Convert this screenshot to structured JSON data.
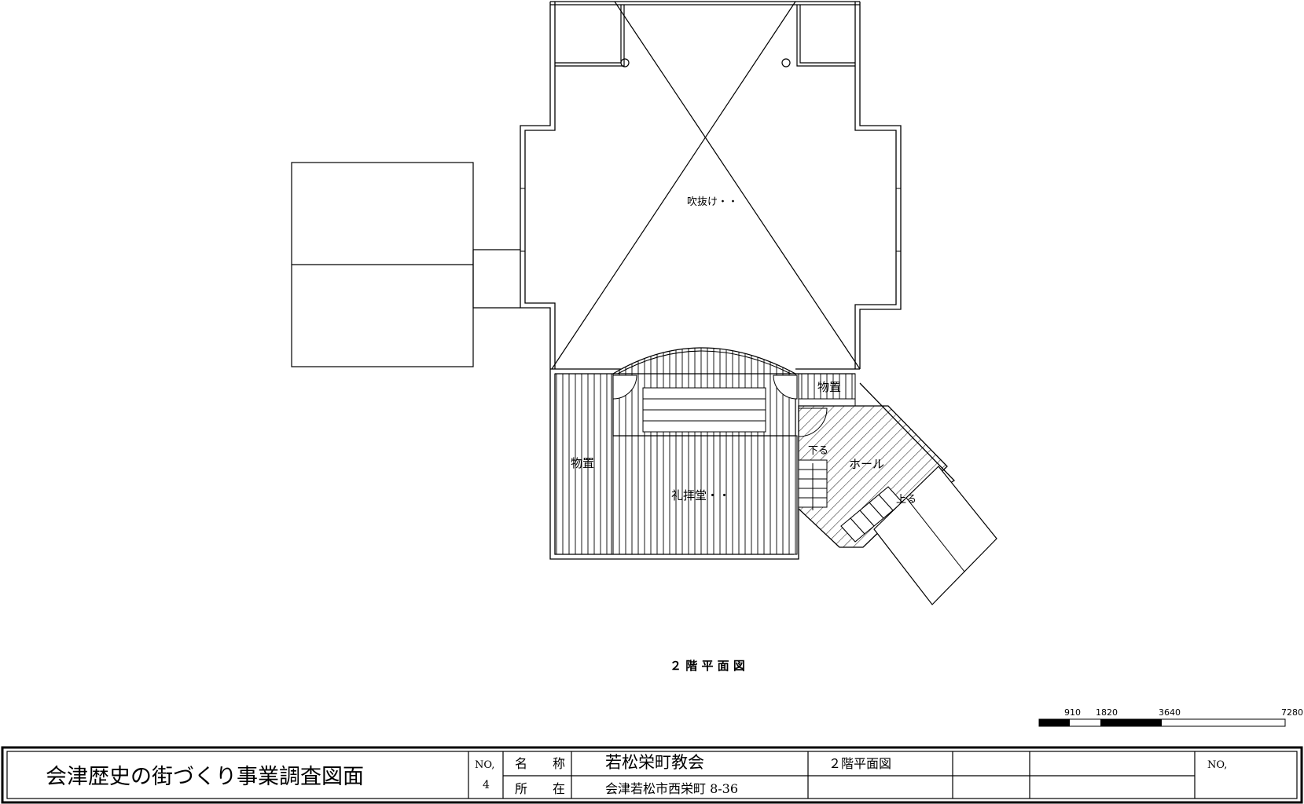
{
  "drawing": {
    "rooms": {
      "atrium": "吹抜け・・",
      "storage_left": "物置",
      "storage_right": "物置",
      "chapel": "礼拝堂・・",
      "hall": "ホール",
      "down": "下る",
      "up": "上る"
    },
    "caption": "２ 階 平 面 図",
    "scale_labels": [
      "910",
      "1820",
      "3640",
      "7280"
    ]
  },
  "title_block": {
    "project_title": "会津歴史の街づくり事業調査図面",
    "no_label": "NO,",
    "no_value": "4",
    "name_label": "名　　称",
    "name_value": "若松栄町教会",
    "location_label": "所　　在",
    "location_value": "会津若松市西栄町 8-36",
    "sheet_name": "２階平面図",
    "no_label_right": "NO,"
  }
}
